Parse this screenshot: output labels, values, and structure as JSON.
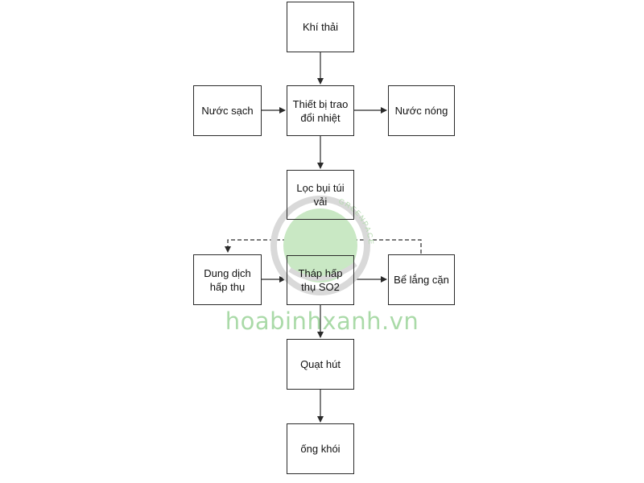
{
  "nodes": {
    "khi_thai": "Khí thải",
    "thiet_bi": "Thiết bị trao\nđổi nhiệt",
    "nuoc_sach": "Nước sạch",
    "nuoc_nong": "Nước nóng",
    "loc_bui": "Lọc bụi túi\nvải",
    "dung_dich": "Dung dịch\nhấp thụ",
    "thap_hap_thu": "Tháp hấp\nthụ SO2",
    "be_lang": "Bể lắng cặn",
    "quat_hut": "Quạt hút",
    "ong_khoi": "ống khói"
  },
  "watermark": {
    "text": "hoabinhxanh.vn",
    "logo_text": "GREENPACE"
  },
  "colors": {
    "line": "#2a2a2a",
    "watermark": "#9cd49a",
    "logo_fill": "#c9e8c4",
    "logo_ring": "#d9d9d9"
  }
}
